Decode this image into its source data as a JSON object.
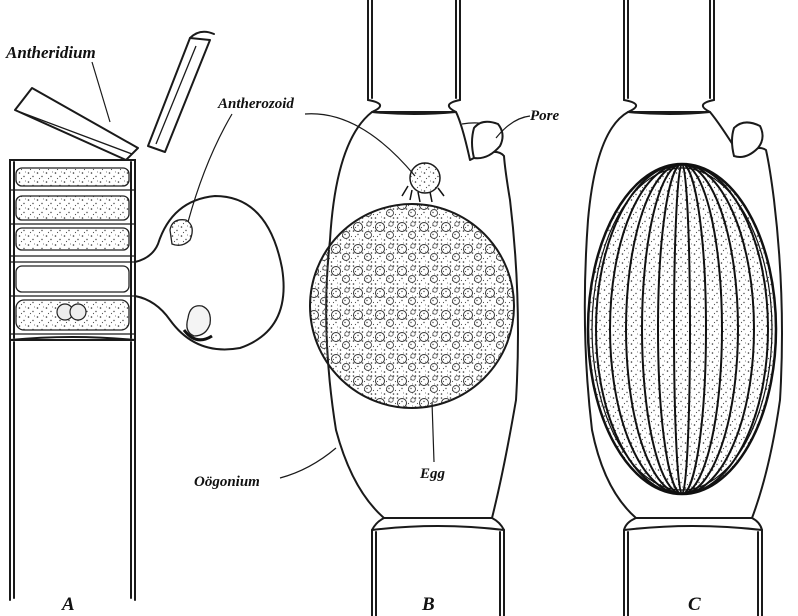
{
  "figure": {
    "labels": {
      "antheridium": "Antheridium",
      "antherozoid": "Antherozoid",
      "pore": "Pore",
      "oogonium": "Oögonium",
      "egg": "Egg"
    },
    "panels": [
      "A",
      "B",
      "C"
    ]
  }
}
